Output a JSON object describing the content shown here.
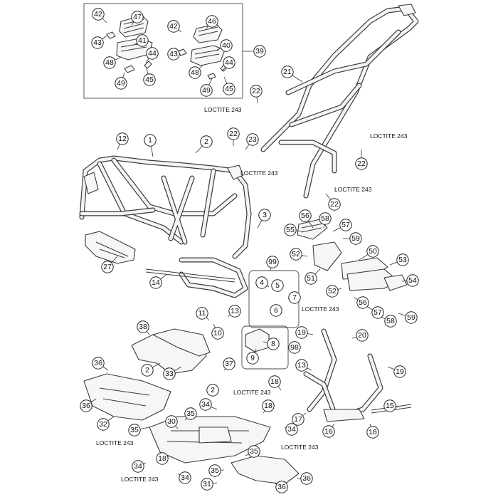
{
  "diagram": {
    "part_numbers": [
      "1",
      "2",
      "3",
      "4",
      "5",
      "6",
      "7",
      "8",
      "9",
      "10",
      "11",
      "12",
      "13",
      "14",
      "15",
      "16",
      "17",
      "18",
      "19",
      "20",
      "21",
      "22",
      "23",
      "27",
      "30",
      "31",
      "32",
      "33",
      "34",
      "35",
      "36",
      "37",
      "38",
      "39",
      "40",
      "41",
      "42",
      "43",
      "44",
      "45",
      "46",
      "47",
      "48",
      "49",
      "50",
      "51",
      "52",
      "53",
      "54",
      "55",
      "56",
      "57",
      "58",
      "59",
      "98",
      "99"
    ],
    "notes": {
      "loctite": "LOCTITE 243"
    }
  }
}
